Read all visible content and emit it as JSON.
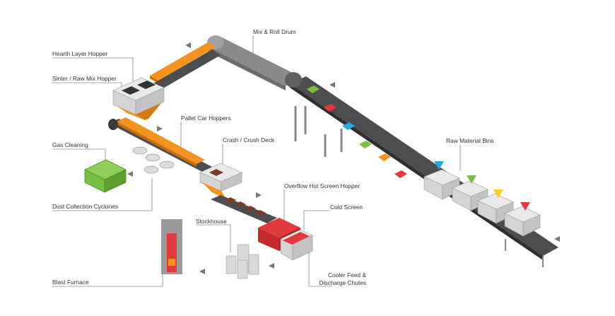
{
  "labels": {
    "mix_roll_drum": "Mix & Roll Drum",
    "hearth_layer_hopper": "Hearth Layer Hopper",
    "sinter_raw_mix_hopper": "Sinter / Raw Mix Hopper",
    "pallet_car_hoppers": "Pallet Car Hoppers",
    "crash_crush_deck": "Crash / Crush Deck",
    "gas_cleaning": "Gas Cleaning",
    "raw_material_bins": "Raw Material Bins",
    "overflow_hot_screen_hopper": "Overflow Hot Screen Hopper",
    "cold_screen": "Cold Screen",
    "dust_collection_cyclones": "Dust Collection Cyclones",
    "stockhouse": "Stockhouse",
    "blast_furnace": "Blast Furnace",
    "cooler_feed_line1": "Cooler Feed &",
    "cooler_feed_line2": "Discharge Chutes"
  },
  "colors": {
    "belt": "#4d4d4f",
    "belt_edge": "#3a3a3c",
    "orange": "#f3921f",
    "drum": "#8a8a8c",
    "red": "#e03a3e",
    "green": "#78c043",
    "blue": "#2aa8e0",
    "yellow": "#f4d21f",
    "leader": "#555555"
  },
  "icons": [
    "flow-arrow-icon"
  ]
}
